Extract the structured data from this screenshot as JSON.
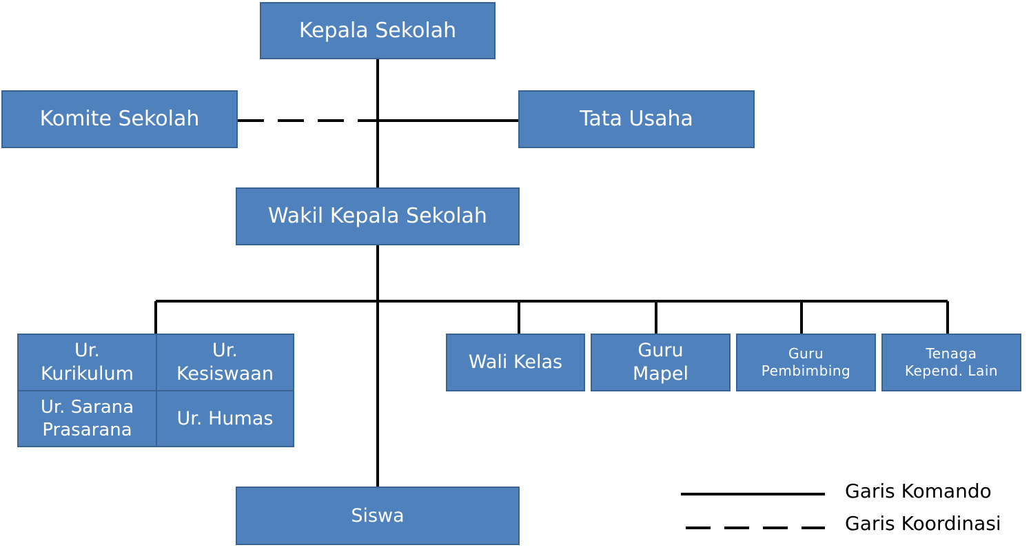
{
  "boxes": {
    "kepala_sekolah": "Kepala Sekolah",
    "komite_sekolah": "Komite Sekolah",
    "tata_usaha": "Tata Usaha",
    "wakil_kepala_sekolah": "Wakil Kepala Sekolah",
    "ur_kurikulum": "Ur.\nKurikulum",
    "ur_kesiswaan": "Ur.\nKesiswaan",
    "ur_sarana_prasarana": "Ur. Sarana\nPrasarana",
    "ur_humas": "Ur. Humas",
    "wali_kelas": "Wali Kelas",
    "guru_mapel": "Guru\nMapel",
    "guru_pembimbing": "Guru\nPembimbing",
    "tenaga_kepend_lain": "Tenaga\nKepend. Lain",
    "siswa": "Siswa"
  },
  "legend": {
    "komando": "Garis Komando",
    "koordinasi": "Garis Koordinasi"
  },
  "colors": {
    "box_fill": "#4f81bd",
    "box_border": "#3a6395",
    "line": "#000000"
  }
}
